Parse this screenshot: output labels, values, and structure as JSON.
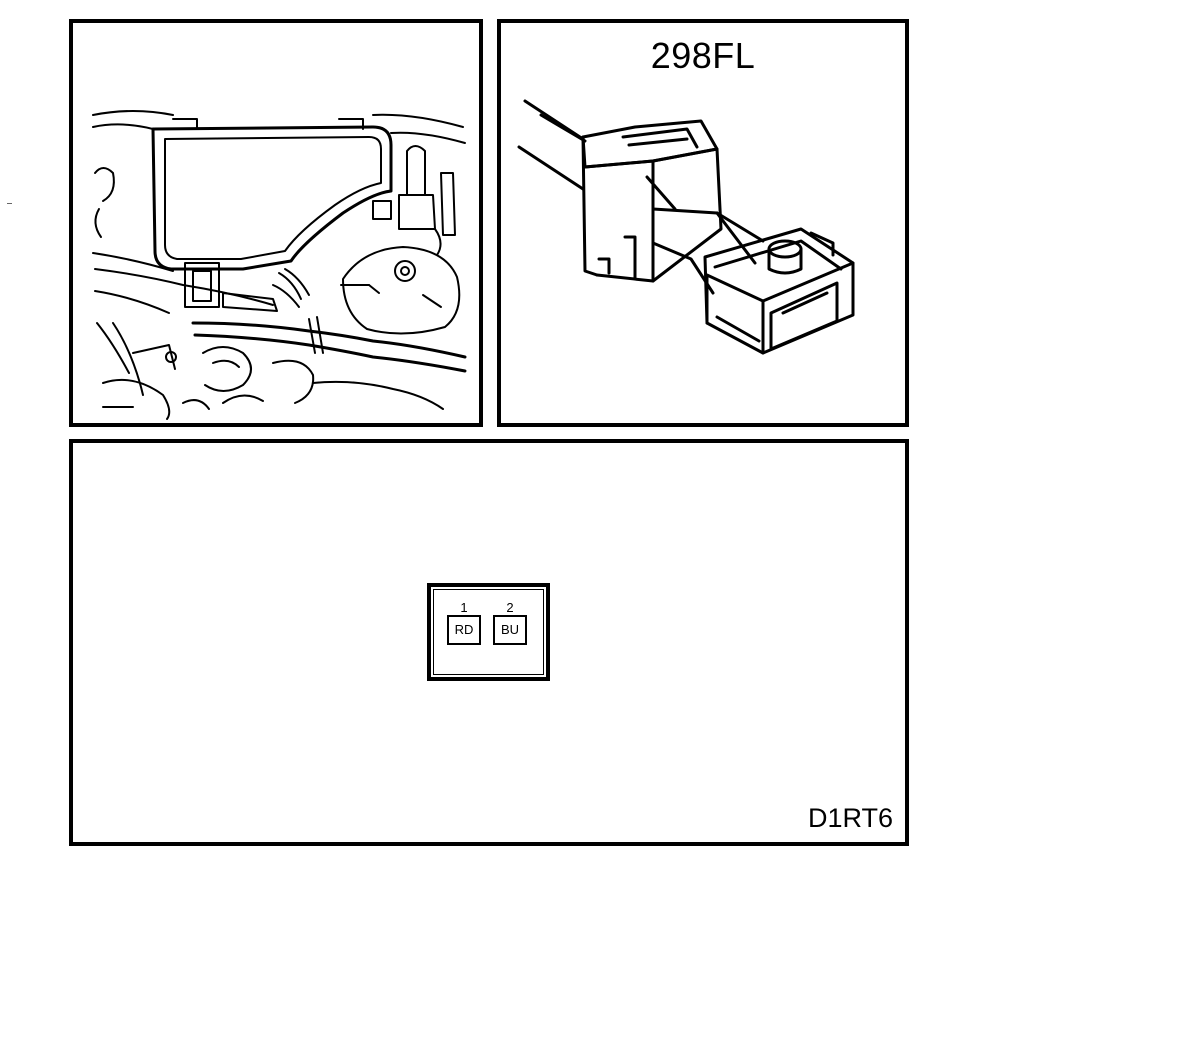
{
  "connector": {
    "code": "298FL"
  },
  "pinout": {
    "pins": [
      {
        "number": "1",
        "color": "RD"
      },
      {
        "number": "2",
        "color": "BU"
      }
    ]
  },
  "diagram": {
    "id": "D1RT6"
  },
  "colors": {
    "line": "#000000",
    "background": "#ffffff"
  },
  "icons": {
    "location_view": "engine-compartment-illustration",
    "connector_view": "connector-illustration"
  }
}
